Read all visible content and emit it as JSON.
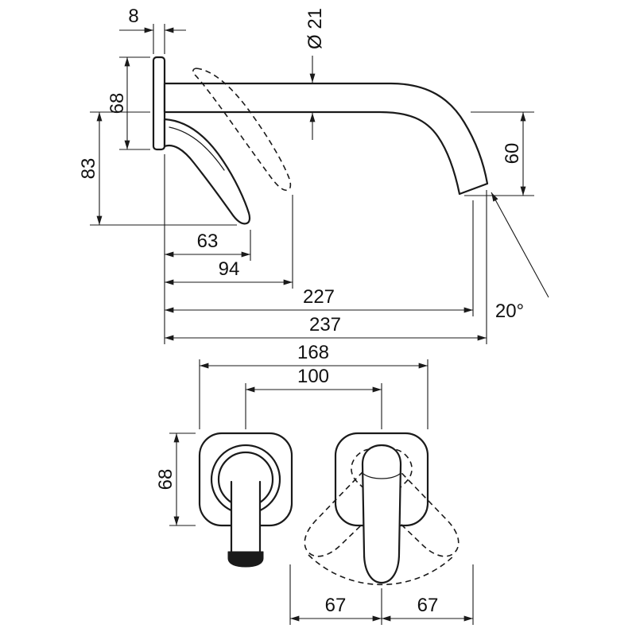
{
  "drawing": {
    "background": "#ffffff",
    "line_color": "#1a1a1a",
    "side_view": {
      "escutcheon_depth": "8",
      "spout_diameter": "Ø 21",
      "escutcheon_height": "68",
      "handle_height_below_spout": "83",
      "spout_drop": "60",
      "handle_projection_closed": "63",
      "handle_projection_open": "94",
      "spout_projection": "227",
      "overall_projection": "237",
      "outlet_angle": "20°"
    },
    "front_view": {
      "overall_width": "168",
      "centres_distance": "100",
      "escutcheon_height": "68",
      "handle_swing_left": "67",
      "handle_swing_right": "67"
    }
  }
}
